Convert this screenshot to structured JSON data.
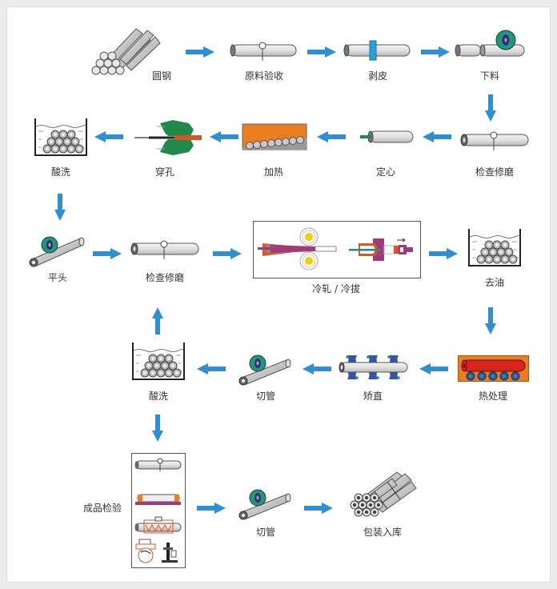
{
  "title": "钢管生产工艺流程",
  "colors": {
    "arrow": "#2e8fd3",
    "steel": "#d8d8d8",
    "outline": "#444444",
    "green_roller": "#1a9c7c",
    "purple_disc": "#3b2a7a",
    "orange": "#ea7e1f",
    "red": "#d8261f",
    "magenta": "#a03a78",
    "die_green": "#1f8a4a",
    "blue": "#2f56a8",
    "yellow": "#f5d000",
    "teal": "#1a8f9b"
  },
  "steps": [
    {
      "id": "round-steel",
      "label": "圆钢"
    },
    {
      "id": "raw-inspection",
      "label": "原料验收"
    },
    {
      "id": "peeling",
      "label": "剥皮"
    },
    {
      "id": "blanking",
      "label": "下料"
    },
    {
      "id": "inspect-grind-1",
      "label": "检查修磨"
    },
    {
      "id": "centering",
      "label": "定心"
    },
    {
      "id": "heating",
      "label": "加热"
    },
    {
      "id": "piercing",
      "label": "穿孔"
    },
    {
      "id": "pickling-1",
      "label": "酸洗"
    },
    {
      "id": "end-flattening",
      "label": "平头"
    },
    {
      "id": "inspect-grind-2",
      "label": "检查修磨"
    },
    {
      "id": "cold-roll-draw",
      "label": "冷轧 / 冷拔"
    },
    {
      "id": "degreasing",
      "label": "去油"
    },
    {
      "id": "heat-treatment",
      "label": "热处理"
    },
    {
      "id": "straightening",
      "label": "矫直"
    },
    {
      "id": "tube-cutting-1",
      "label": "切管"
    },
    {
      "id": "pickling-2",
      "label": "酸洗"
    },
    {
      "id": "final-inspection",
      "label": "成品检验"
    },
    {
      "id": "tube-cutting-2",
      "label": "切管"
    },
    {
      "id": "packing-storage",
      "label": "包装入库"
    }
  ]
}
